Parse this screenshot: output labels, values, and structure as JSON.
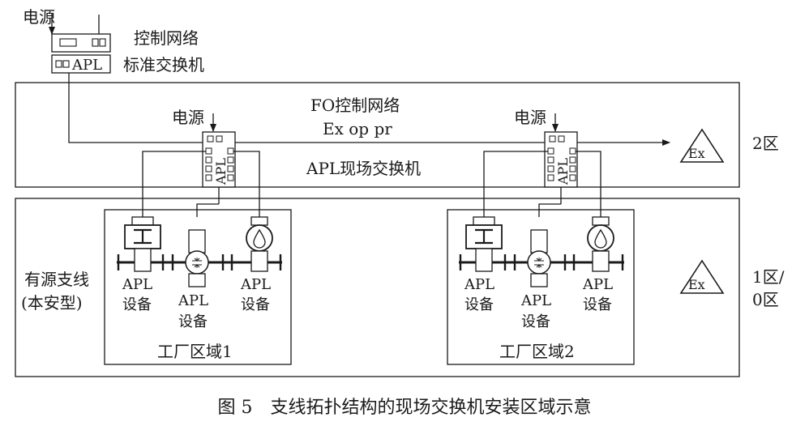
{
  "power_label": "电源",
  "top_switch": {
    "control_label": "控制网络",
    "apl_port": "APL",
    "switch_label": "标准交换机"
  },
  "zone2": {
    "fo_label": "FO控制网络",
    "ex_label": "Ex op pr",
    "field_switch_label": "APL现场交换机",
    "zone_label": "2区",
    "hazard_text": "Ex"
  },
  "zone1": {
    "spur_label_line1": "有源支线",
    "spur_label_line2": "(本安型)",
    "zone_label_line1": "1区/",
    "zone_label_line2": "0区",
    "hazard_text": "Ex"
  },
  "field_switch_text": "APL",
  "device_label_apl": "APL",
  "device_label_equip": "设备",
  "areas": [
    {
      "label": "工厂区域1"
    },
    {
      "label": "工厂区域2"
    }
  ],
  "caption": "图 5　支线拓扑结构的现场交换机安装区域示意"
}
